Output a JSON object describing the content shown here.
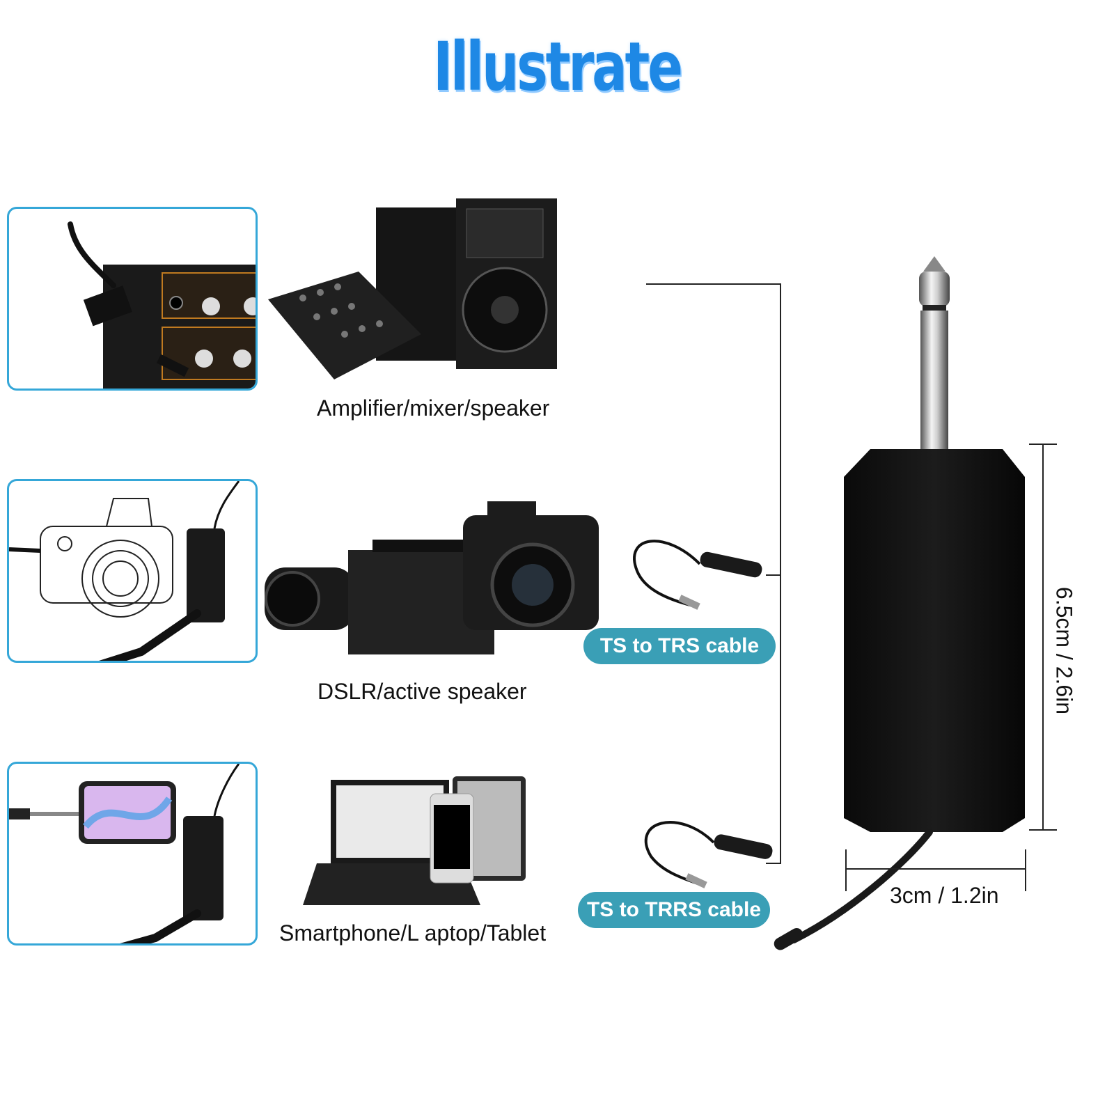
{
  "title": "Illustrate",
  "use_cases": [
    {
      "label": "Amplifier/mixer/speaker"
    },
    {
      "label": "DSLR/active speaker"
    },
    {
      "label": "Smartphone/L aptop/Tablet"
    }
  ],
  "cables": [
    {
      "label": "TS to TRS cable"
    },
    {
      "label": "TS to TRRS cable"
    }
  ],
  "dimensions": {
    "height": "6.5cm / 2.6in",
    "width": "3cm / 1.2in"
  },
  "colors": {
    "title": "#1e88e5",
    "box_border": "#35a7d8",
    "pill": "#3a9fb6"
  }
}
